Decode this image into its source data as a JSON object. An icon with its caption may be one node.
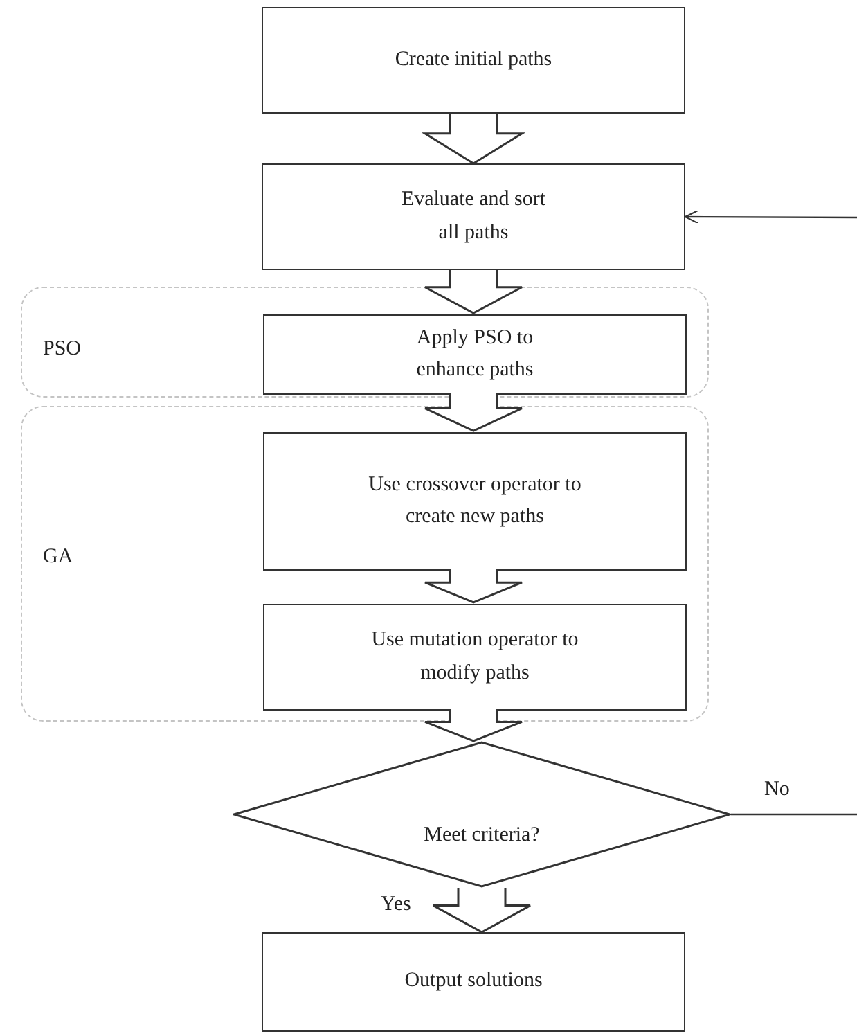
{
  "diagram": {
    "nodes": [
      {
        "text": [
          "Create initial paths"
        ]
      },
      {
        "text": [
          "Evaluate and sort all paths"
        ]
      },
      {
        "text": [
          "PSO"
        ]
      },
      {
        "text": [
          "Apply PSO to enhance paths"
        ],
        "in": 2
      },
      {
        "text": [
          "GA"
        ]
      },
      {
        "text": [
          "Use crossover operator to create new paths"
        ],
        "in": 4
      },
      {
        "text": [
          "Use mutation operator to modify paths"
        ],
        "in": 4
      },
      {
        "text": [
          "Meet criteria?"
        ]
      },
      {
        "text": [
          "Output solutions"
        ]
      }
    ],
    "edges": [
      {
        "from": 0,
        "to": 1,
        "arrow": "to"
      },
      {
        "from": 1,
        "to": 3,
        "arrow": "to"
      },
      {
        "from": 3,
        "to": 5,
        "arrow": "to"
      },
      {
        "from": 5,
        "to": 6,
        "arrow": "to"
      },
      {
        "from": 6,
        "to": 7,
        "arrow": "to"
      },
      {
        "from": 7,
        "to": 8,
        "arrow": "to",
        "label": "Yes"
      },
      {
        "from": 7,
        "to": null,
        "arrow": "none",
        "label": "No"
      },
      {
        "from": null,
        "to": 1,
        "arrow": "to"
      }
    ]
  }
}
